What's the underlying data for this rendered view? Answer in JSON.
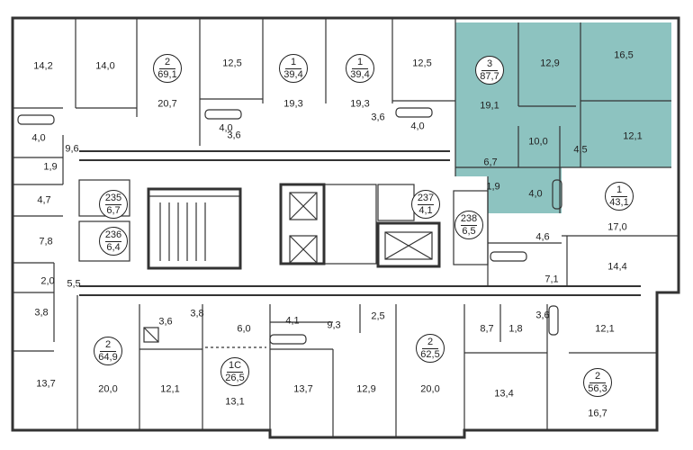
{
  "accent": "#8dc3c0",
  "rooms": [
    {
      "id": "r1",
      "label": "14,2"
    },
    {
      "id": "r2",
      "label": "14,0"
    },
    {
      "id": "r3",
      "label": "20,7"
    },
    {
      "id": "r4",
      "label": "12,5"
    },
    {
      "id": "r5",
      "label": "19,3"
    },
    {
      "id": "r6",
      "label": "19,3"
    },
    {
      "id": "r7",
      "label": "12,5"
    },
    {
      "id": "r8",
      "label": "12,9"
    },
    {
      "id": "r9",
      "label": "16,5"
    },
    {
      "id": "r10",
      "label": "19,1"
    },
    {
      "id": "r11",
      "label": "10,0"
    },
    {
      "id": "r12",
      "label": "12,1"
    },
    {
      "id": "r13",
      "label": "4,5"
    },
    {
      "id": "r14",
      "label": "6,7"
    },
    {
      "id": "r15",
      "label": "1,9"
    },
    {
      "id": "r16",
      "label": "4,0"
    },
    {
      "id": "r17",
      "label": "4,0"
    },
    {
      "id": "r18",
      "label": "9,6"
    },
    {
      "id": "r19",
      "label": "1,9"
    },
    {
      "id": "r20",
      "label": "4,7"
    },
    {
      "id": "r21",
      "label": "4,0"
    },
    {
      "id": "r22",
      "label": "3,6"
    },
    {
      "id": "r23",
      "label": "3,6"
    },
    {
      "id": "r24",
      "label": "4,0"
    },
    {
      "id": "r25",
      "label": "7,8"
    },
    {
      "id": "r26",
      "label": "2,0"
    },
    {
      "id": "r27",
      "label": "5,5"
    },
    {
      "id": "r28",
      "label": "3,8"
    },
    {
      "id": "r29",
      "label": "17,0"
    },
    {
      "id": "r30",
      "label": "4,6"
    },
    {
      "id": "r31",
      "label": "14,4"
    },
    {
      "id": "r32",
      "label": "7,1"
    },
    {
      "id": "r33",
      "label": "3,6"
    },
    {
      "id": "r34",
      "label": "3,8"
    },
    {
      "id": "r35",
      "label": "6,0"
    },
    {
      "id": "r36",
      "label": "4,1"
    },
    {
      "id": "r37",
      "label": "9,3"
    },
    {
      "id": "r38",
      "label": "2,5"
    },
    {
      "id": "r39",
      "label": "8,7"
    },
    {
      "id": "r40",
      "label": "1,8"
    },
    {
      "id": "r41",
      "label": "3,6"
    },
    {
      "id": "r42",
      "label": "12,1"
    },
    {
      "id": "r43",
      "label": "13,7"
    },
    {
      "id": "r44",
      "label": "20,0"
    },
    {
      "id": "r45",
      "label": "12,1"
    },
    {
      "id": "r46",
      "label": "13,1"
    },
    {
      "id": "r47",
      "label": "13,7"
    },
    {
      "id": "r48",
      "label": "12,9"
    },
    {
      "id": "r49",
      "label": "20,0"
    },
    {
      "id": "r50",
      "label": "13,4"
    },
    {
      "id": "r51",
      "label": "16,7"
    }
  ],
  "apartments": [
    {
      "id": "a1",
      "rooms": "2",
      "area": "69,1"
    },
    {
      "id": "a2",
      "rooms": "1",
      "area": "39,4"
    },
    {
      "id": "a3",
      "rooms": "1",
      "area": "39,4"
    },
    {
      "id": "a4",
      "rooms": "3",
      "area": "87,7"
    },
    {
      "id": "a5",
      "rooms": "1",
      "area": "43,1"
    },
    {
      "id": "a6",
      "rooms": "2",
      "area": "64,9"
    },
    {
      "id": "a7",
      "rooms": "1С",
      "area": "26,5"
    },
    {
      "id": "a8",
      "rooms": "2",
      "area": "62,5"
    },
    {
      "id": "a9",
      "rooms": "2",
      "area": "56,3"
    }
  ],
  "storage": [
    {
      "id": "s1",
      "number": "235",
      "area": "6,7"
    },
    {
      "id": "s2",
      "number": "236",
      "area": "6,4"
    },
    {
      "id": "s3",
      "number": "237",
      "area": "4,1"
    },
    {
      "id": "s4",
      "number": "238",
      "area": "6,5"
    }
  ]
}
